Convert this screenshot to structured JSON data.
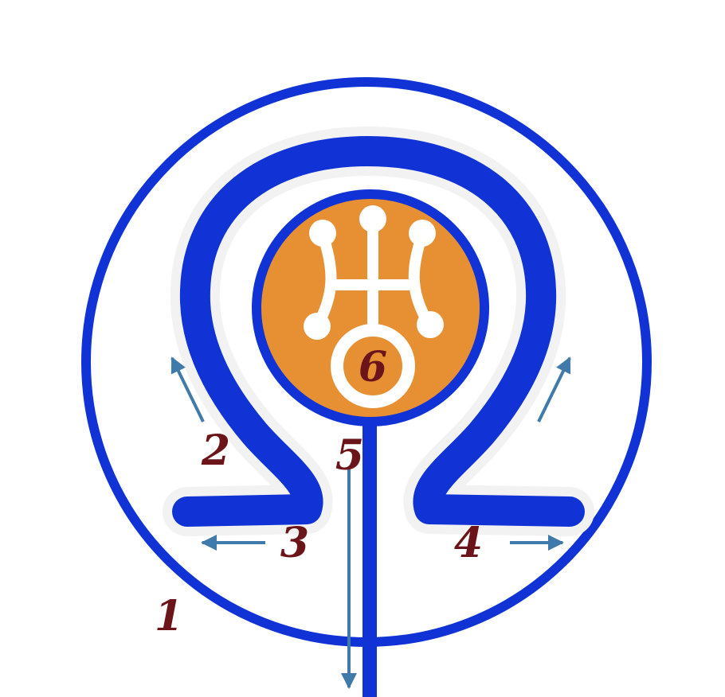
{
  "colors": {
    "blue": "#1133d6",
    "orange": "#e69033",
    "arrow": "#3f7aaa",
    "label": "#6b1419",
    "halo": "#f2f2f2",
    "white": "#ffffff"
  },
  "icons": {
    "omega": "omega-symbol-icon",
    "uranus": "uranus-symbol-icon"
  },
  "labels": {
    "l1": "1",
    "l2": "2",
    "l3": "3",
    "l4": "4",
    "l5": "5",
    "l6": "6"
  }
}
